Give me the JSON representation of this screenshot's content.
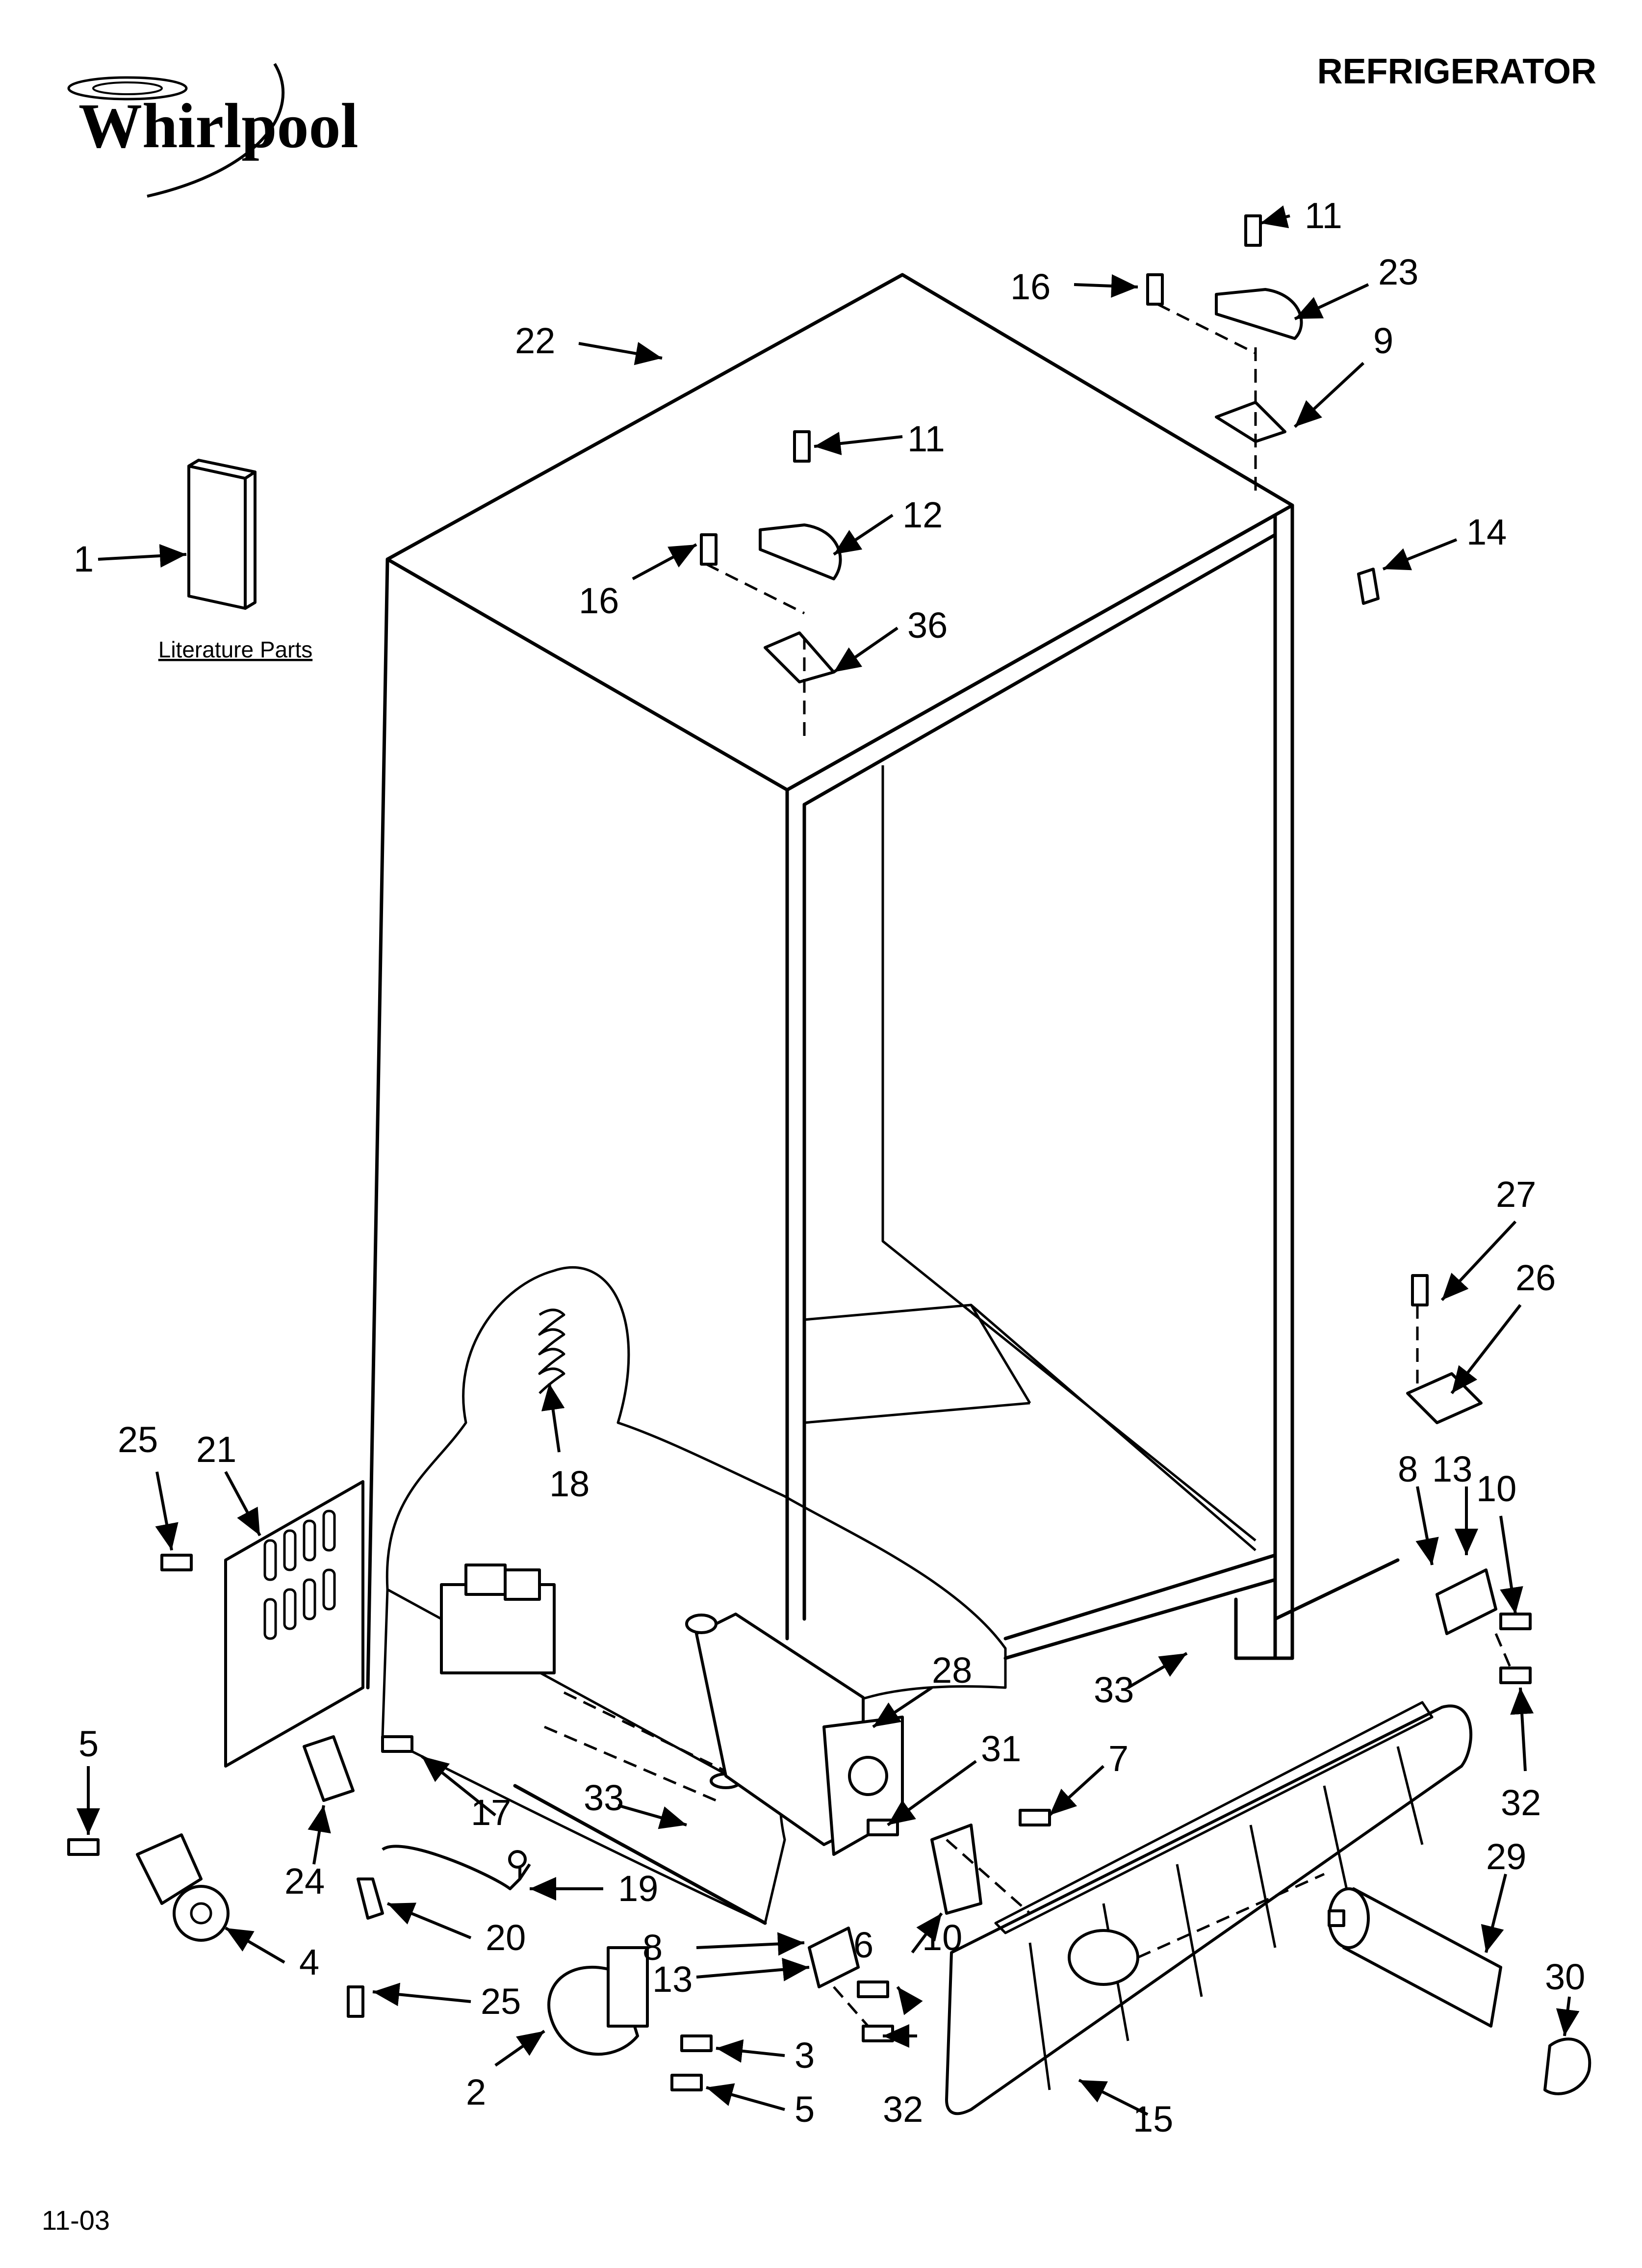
{
  "header": {
    "brand": "Whirlpool",
    "title": "REFRIGERATOR"
  },
  "footer": {
    "date_code": "11-03"
  },
  "literature_caption": "Literature Parts",
  "callouts": {
    "c1": "1",
    "c2": "2",
    "c3": "3",
    "c4": "4",
    "c5a": "5",
    "c5b": "5",
    "c6": "6",
    "c7": "7",
    "c8a": "8",
    "c8b": "8",
    "c9": "9",
    "c10a": "10",
    "c10b": "10",
    "c11a": "11",
    "c11b": "11",
    "c12": "12",
    "c13a": "13",
    "c13b": "13",
    "c14": "14",
    "c15": "15",
    "c16a": "16",
    "c16b": "16",
    "c17": "17",
    "c18": "18",
    "c19": "19",
    "c20": "20",
    "c21": "21",
    "c22": "22",
    "c23": "23",
    "c24": "24",
    "c25a": "25",
    "c25b": "25",
    "c26": "26",
    "c27": "27",
    "c28": "28",
    "c29": "29",
    "c30": "30",
    "c31": "31",
    "c32a": "32",
    "c32b": "32",
    "c33a": "33",
    "c33b": "33",
    "c36": "36"
  }
}
